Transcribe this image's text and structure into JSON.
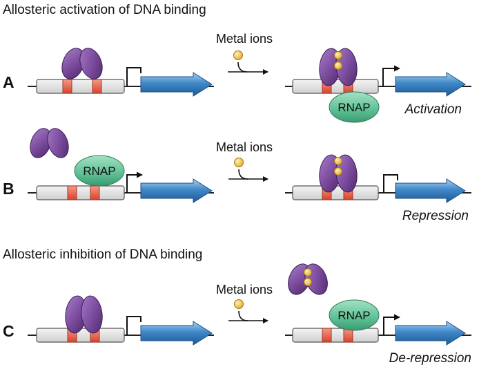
{
  "sections": {
    "activation_heading": "Allosteric activation of DNA binding",
    "inhibition_heading": "Allosteric inhibition of DNA binding"
  },
  "panels": [
    {
      "letter": "A",
      "stimulus": "Metal ions",
      "polymerase": "RNAP",
      "outcome": "Activation"
    },
    {
      "letter": "B",
      "stimulus": "Metal ions",
      "polymerase": "RNAP",
      "outcome": "Repression"
    },
    {
      "letter": "C",
      "stimulus": "Metal ions",
      "polymerase": "RNAP",
      "outcome": "De-repression"
    }
  ],
  "colors": {
    "regulator": "#7a4a9c",
    "metal_ion": "#f2c14e",
    "rnap": "#5fbf94",
    "gene": "#3f88c8",
    "operator_box": "#e8604a",
    "promoter_region": "#e4e4e4"
  }
}
